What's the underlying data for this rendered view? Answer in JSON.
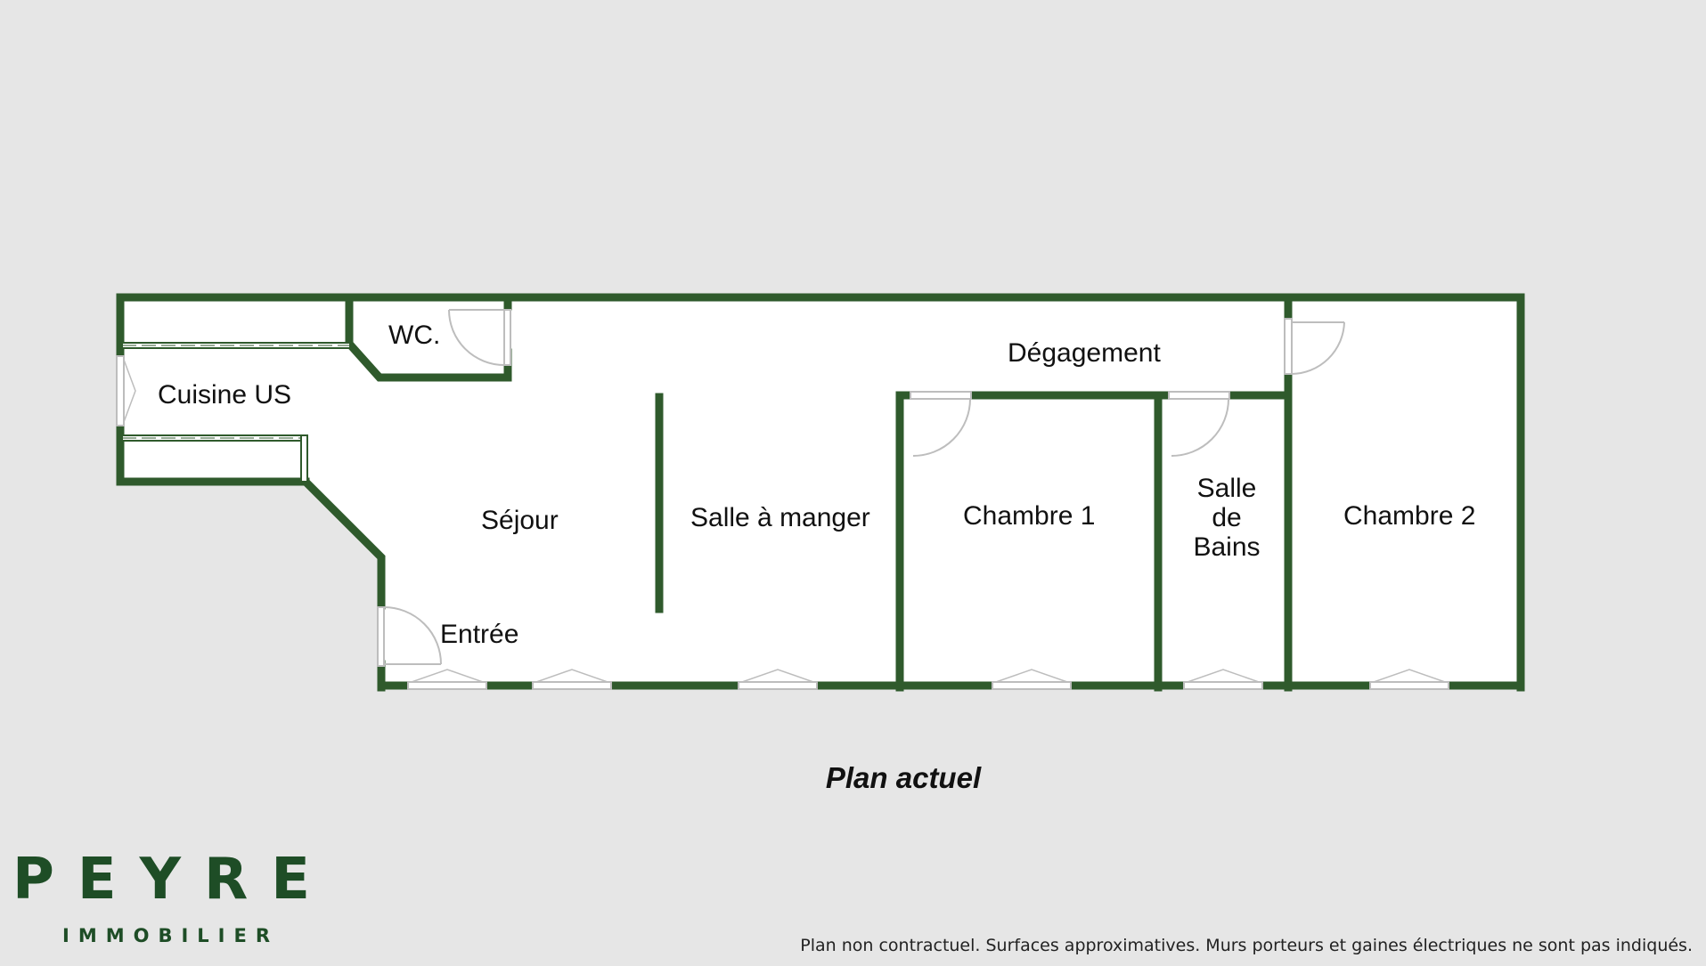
{
  "plan": {
    "rooms": {
      "cuisine": "Cuisine US",
      "wc": "WC.",
      "degagement": "Dégagement",
      "sejour": "Séjour",
      "salle_a_manger": "Salle à manger",
      "chambre1": "Chambre 1",
      "sdb_line1": "Salle",
      "sdb_line2": "de",
      "sdb_line3": "Bains",
      "chambre2": "Chambre 2",
      "entree": "Entrée"
    },
    "caption": "Plan actuel"
  },
  "brand": {
    "name": "PEYRE",
    "sub": "IMMOBILIER"
  },
  "footer": {
    "disclaimer": "Plan non contractuel. Surfaces approximatives. Murs porteurs et gaines électriques ne sont pas indiqués."
  },
  "colors": {
    "wall": "#2f5a2c",
    "background": "#e6e6e6",
    "floor": "#ffffff",
    "brand": "#1e4d26"
  }
}
